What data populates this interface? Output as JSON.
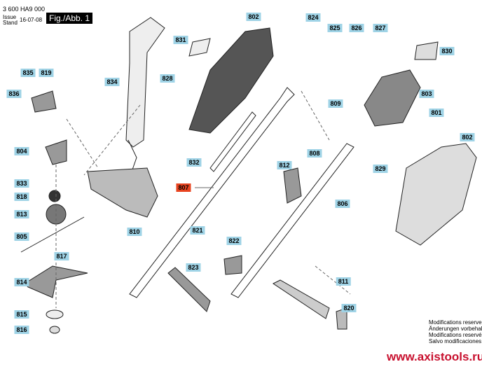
{
  "header": {
    "part_number": "3 600 HA9 000",
    "issue_label": "Issue",
    "stand_label": "Stand",
    "date": "16-07-08",
    "figure": "Fig./Abb. 1"
  },
  "labels": [
    {
      "id": "824"
    },
    {
      "id": "825"
    },
    {
      "id": "826"
    },
    {
      "id": "827"
    },
    {
      "id": "802"
    },
    {
      "id": "831"
    },
    {
      "id": "830"
    },
    {
      "id": "835"
    },
    {
      "id": "819"
    },
    {
      "id": "836"
    },
    {
      "id": "834"
    },
    {
      "id": "828"
    },
    {
      "id": "803"
    },
    {
      "id": "809"
    },
    {
      "id": "801"
    },
    {
      "id": "802"
    },
    {
      "id": "808"
    },
    {
      "id": "812"
    },
    {
      "id": "829"
    },
    {
      "id": "832"
    },
    {
      "id": "804"
    },
    {
      "id": "833"
    },
    {
      "id": "807",
      "highlight": true
    },
    {
      "id": "818"
    },
    {
      "id": "806"
    },
    {
      "id": "813"
    },
    {
      "id": "810"
    },
    {
      "id": "821"
    },
    {
      "id": "822"
    },
    {
      "id": "805"
    },
    {
      "id": "817"
    },
    {
      "id": "823"
    },
    {
      "id": "814"
    },
    {
      "id": "811"
    },
    {
      "id": "815"
    },
    {
      "id": "820"
    },
    {
      "id": "816"
    }
  ],
  "footer": {
    "mods": [
      "Modifications reserved",
      "Änderungen vorbehalten",
      "Modifications reservées",
      "Salvo modificaciones"
    ],
    "url": "www.axistools.ru"
  },
  "colors": {
    "label": "#9fd3e6",
    "highlight": "#e8431f",
    "url": "#c8102e"
  }
}
